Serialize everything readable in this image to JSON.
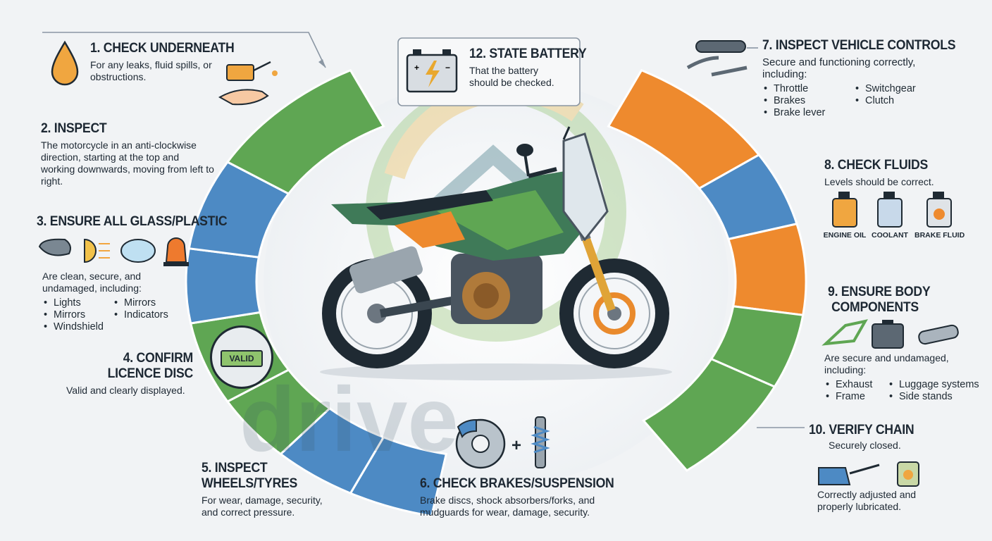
{
  "watermark": "drive",
  "steps": [
    {
      "id": 1,
      "title": "1. CHECK UNDERNEATH",
      "desc": "For any leaks, fluid spills, or obstructions."
    },
    {
      "id": 2,
      "title": "2. INSPECT",
      "desc": "The motorcycle in an anti-clockwise direction, starting at the top and working downwards, moving from left to right."
    },
    {
      "id": 3,
      "title": "3. ENSURE ALL GLASS/PLASTIC",
      "desc": "Are clean, secure, and undamaged, including:",
      "items": [
        "Lights",
        "Mirrors",
        "Mirrors",
        "Indicators",
        "Windshield"
      ]
    },
    {
      "id": 4,
      "title_line1": "4. CONFIRM",
      "title_line2": "LICENCE DISC",
      "desc": "Valid and clearly displayed.",
      "disc_label": "VALID"
    },
    {
      "id": 5,
      "title_line1": "5. INSPECT",
      "title_line2": "WHEELS/TYRES",
      "desc": "For wear, damage, security, and correct pressure."
    },
    {
      "id": 6,
      "title": "6. CHECK BRAKES/SUSPENSION",
      "desc": "Brake discs, shock absorbers/forks, and mudguards for wear, damage, security."
    },
    {
      "id": 7,
      "title": "7. INSPECT VEHICLE CONTROLS",
      "desc": "Secure and functioning correctly, including:",
      "items": [
        "Throttle",
        "Switchgear",
        "Brakes",
        "Clutch",
        "Brake lever"
      ]
    },
    {
      "id": 8,
      "title": "8. CHECK FLUIDS",
      "desc": "Levels should be correct.",
      "fluids": [
        "ENGINE OIL",
        "COOLANT",
        "BRAKE FLUID"
      ]
    },
    {
      "id": 9,
      "title_line1": "9. ENSURE BODY",
      "title_line2": "COMPONENTS",
      "desc": "Are secure and undamaged, including:",
      "items": [
        "Exhaust",
        "Luggage systems",
        "Frame",
        "Side stands"
      ]
    },
    {
      "id": 10,
      "title": "10. VERIFY CHAIN",
      "desc": "Securely closed.",
      "desc2": "Correctly adjusted and properly lubricated."
    },
    {
      "id": 12,
      "title": "12. STATE BATTERY",
      "desc": "That the battery should be checked."
    }
  ],
  "colors": {
    "blue": "#4d8ac4",
    "green": "#5fa653",
    "orange": "#ee8a2e",
    "bg": "#f1f3f5",
    "text": "#1d2833"
  }
}
